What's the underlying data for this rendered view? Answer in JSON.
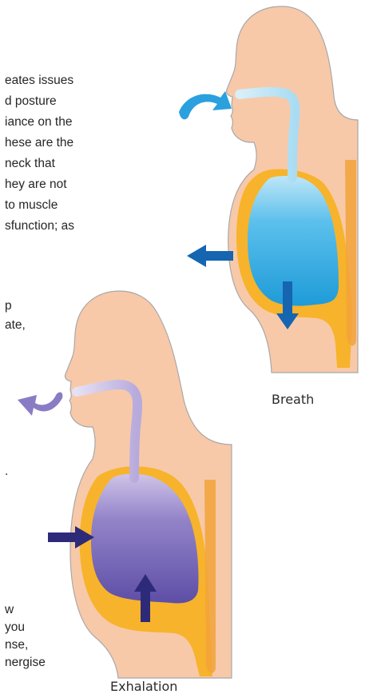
{
  "text_fragments": [
    "eates issues",
    "d posture",
    "iance on the",
    "hese are the",
    "neck that",
    "hey are not",
    "to muscle",
    "sfunction; as",
    "p",
    "ate,",
    ".",
    "w",
    "you",
    "nse,",
    "nergise"
  ],
  "captions": {
    "breath": "Breath",
    "exhalation": "Exhalation"
  },
  "colors": {
    "skin": "#f7c9a9",
    "outline": "#9b9b9b",
    "fat": "#f7b32b",
    "inhale_lungs": "#2aa8e0",
    "inhale_lungs_light": "#bfe6f7",
    "inhale_arrow": "#1565b0",
    "inhale_air": "#2aa0de",
    "exhale_lungs": "#6f5fb0",
    "exhale_lungs_light": "#c3b6e0",
    "exhale_arrow": "#2e2a7a",
    "exhale_air": "#8a7cc4"
  }
}
